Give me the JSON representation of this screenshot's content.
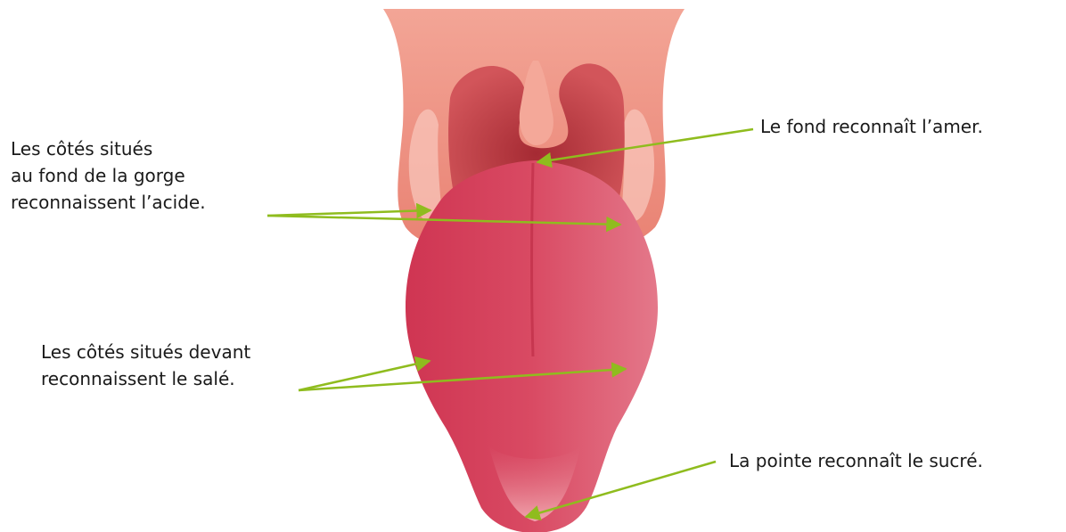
{
  "colors": {
    "background": "#ffffff",
    "throat": "#ef9a8a",
    "throat_dark": "#c9463f",
    "tongue": "#d6435c",
    "tongue_light": "#eb8f99",
    "arrow": "#8fbc1e",
    "text": "#1a1a1a"
  },
  "labels": {
    "bitter": {
      "lines": [
        "Le fond reconnaît l’amer."
      ]
    },
    "sour": {
      "lines": [
        "Les côtés situés",
        "au fond de la gorge",
        "reconnaissent l’acide."
      ]
    },
    "salty": {
      "lines": [
        "Les côtés situés devant",
        "reconnaissent le salé."
      ]
    },
    "sweet": {
      "lines": [
        "La pointe reconnaît le sucré."
      ]
    }
  }
}
